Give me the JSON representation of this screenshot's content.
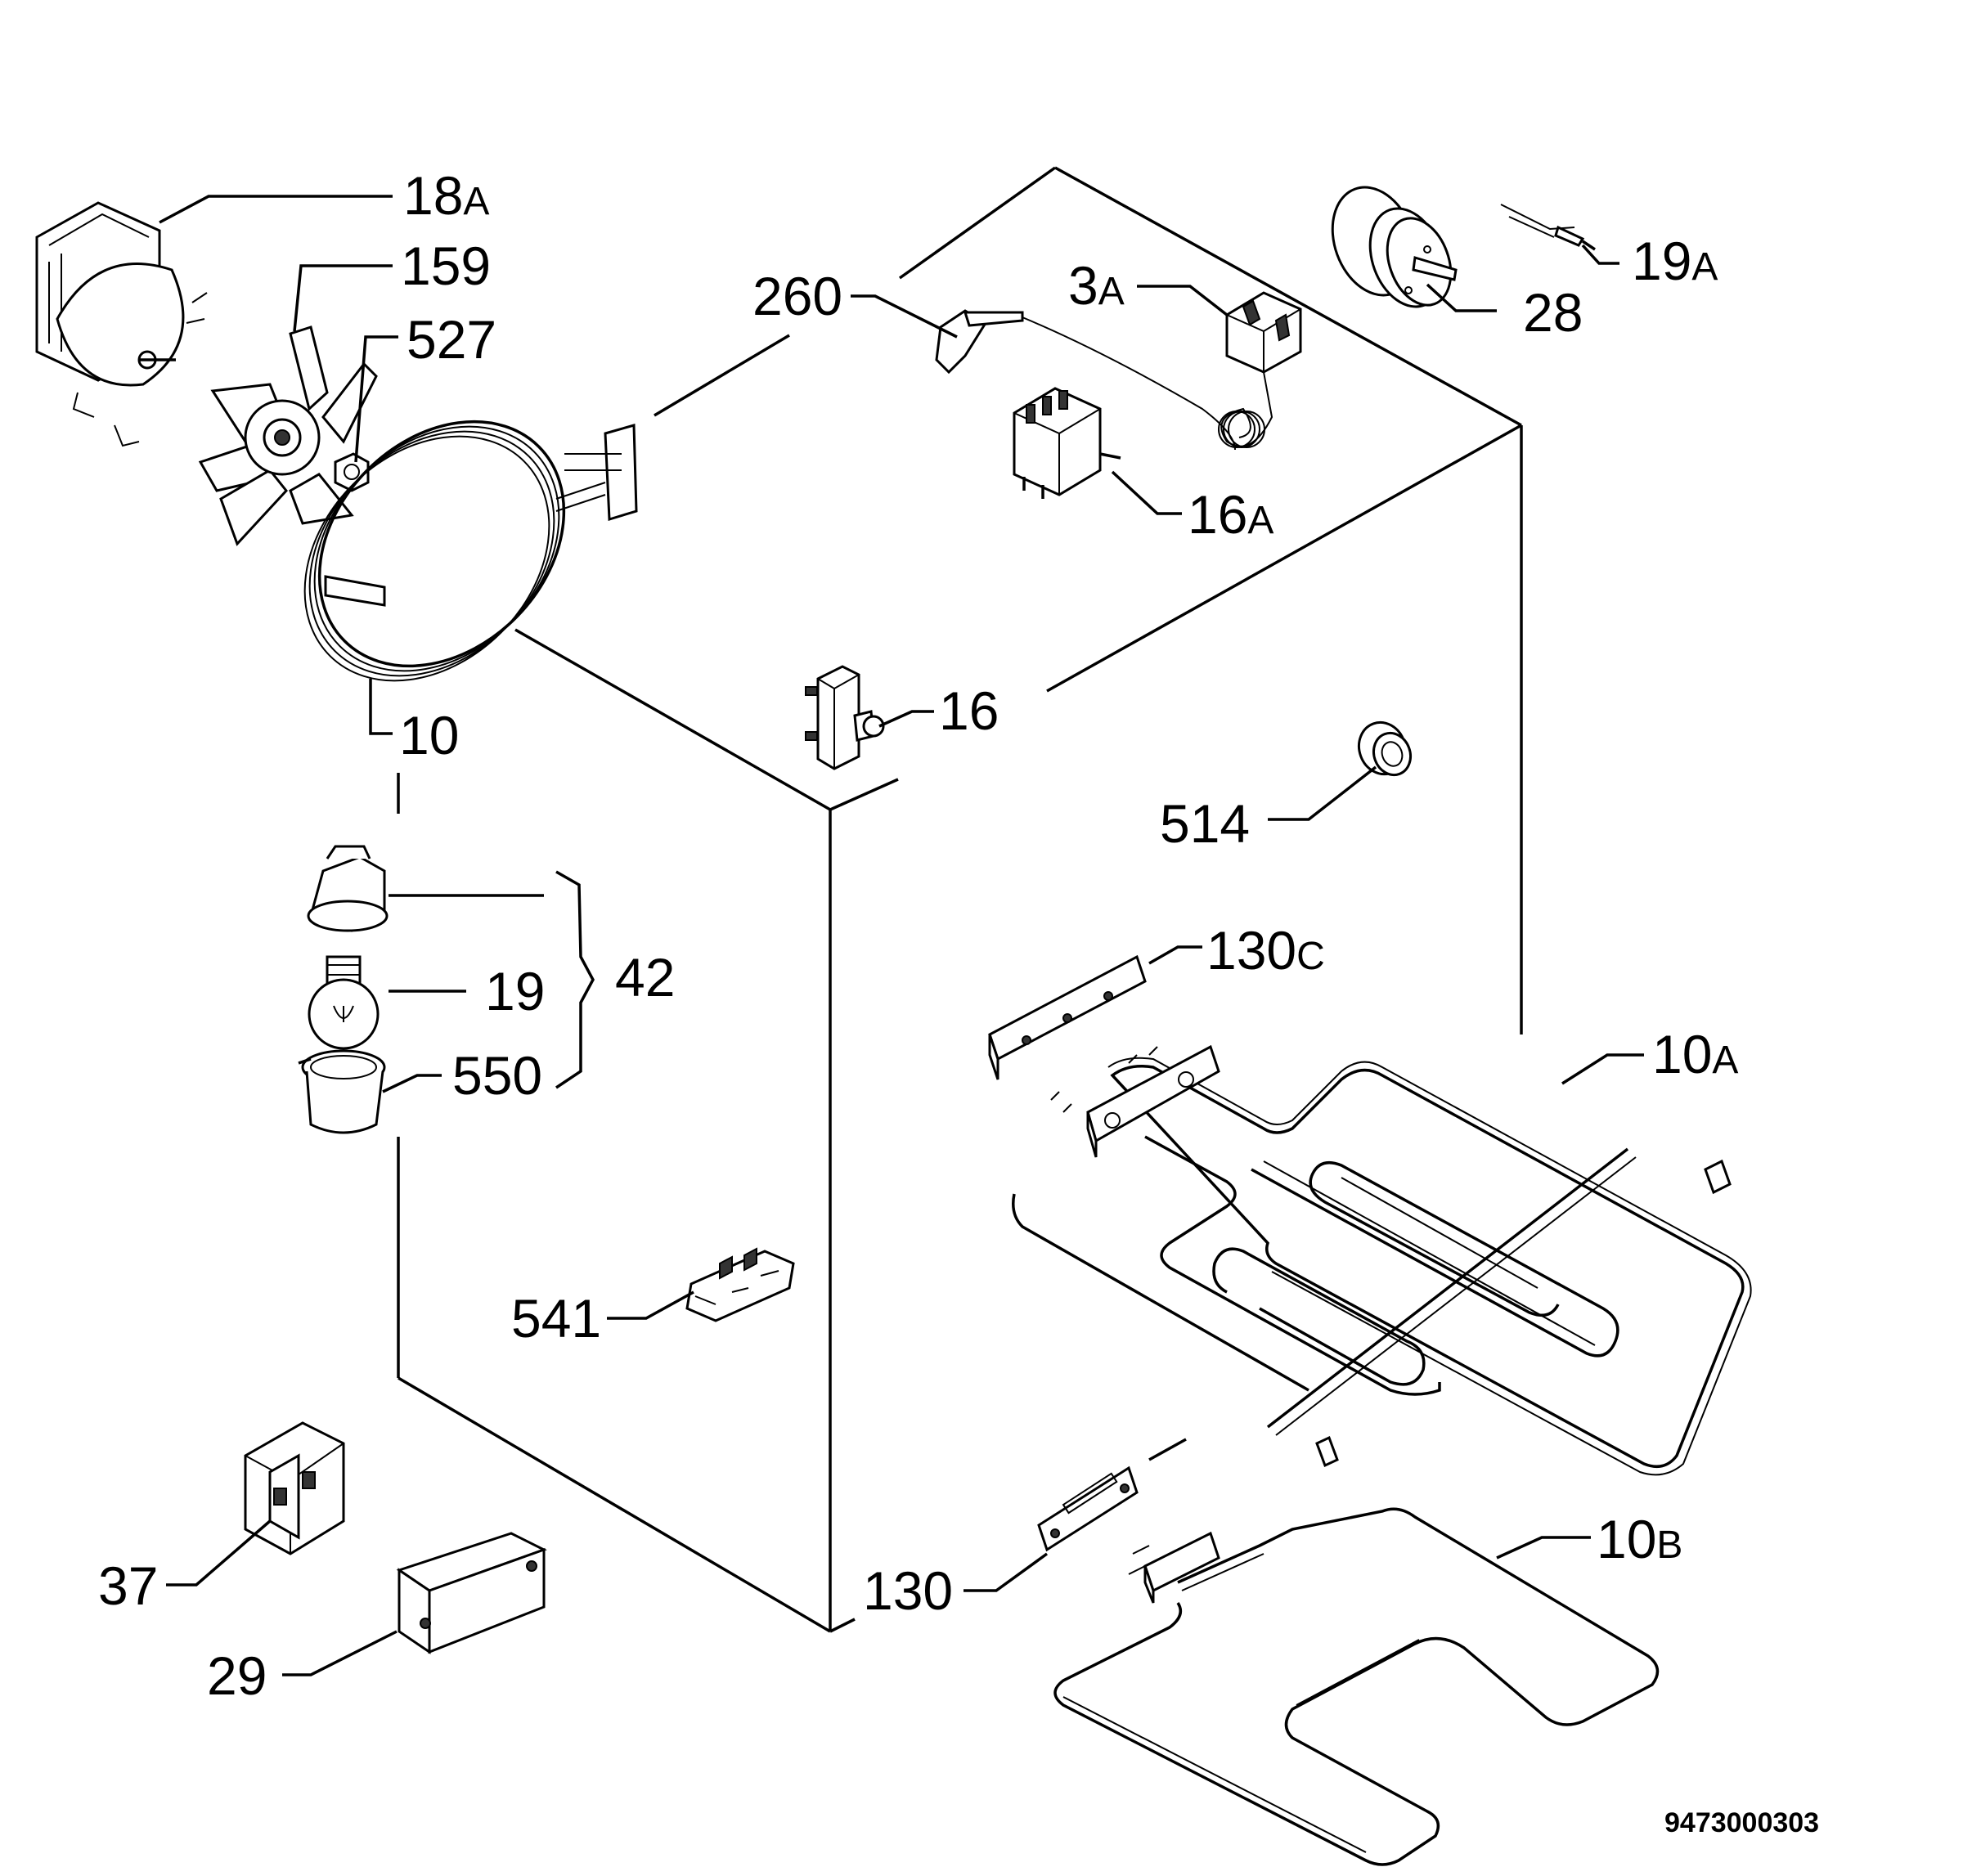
{
  "labels": {
    "p18a": {
      "num": "18",
      "suffix": "A"
    },
    "p159": {
      "num": "159"
    },
    "p527": {
      "num": "527"
    },
    "p10": {
      "num": "10"
    },
    "p260": {
      "num": "260"
    },
    "p3a": {
      "num": "3",
      "suffix": "A"
    },
    "p16a": {
      "num": "16",
      "suffix": "A"
    },
    "p28": {
      "num": "28"
    },
    "p19a": {
      "num": "19",
      "suffix": "A"
    },
    "p16": {
      "num": "16"
    },
    "p514": {
      "num": "514"
    },
    "p130c": {
      "num": "130",
      "suffix": "C"
    },
    "p10a": {
      "num": "10",
      "suffix": "A"
    },
    "p42": {
      "num": "42"
    },
    "p19": {
      "num": "19"
    },
    "p550": {
      "num": "550"
    },
    "p541": {
      "num": "541"
    },
    "p37": {
      "num": "37"
    },
    "p29": {
      "num": "29"
    },
    "p130": {
      "num": "130"
    },
    "p10b": {
      "num": "10",
      "suffix": "B"
    }
  },
  "diagram_code": "9473000303"
}
